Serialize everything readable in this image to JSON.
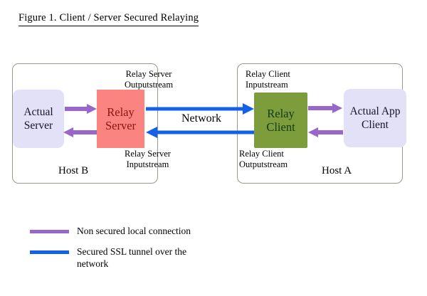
{
  "figure": {
    "title": "Figure 1. Client / Server Secured Relaying",
    "network_label": "Network"
  },
  "hosts": [
    {
      "id": "host-b",
      "label": "Host B"
    },
    {
      "id": "host-a",
      "label": "Host A"
    }
  ],
  "nodes": [
    {
      "id": "actual-server",
      "label": "Actual\nServer",
      "line1": "Actual",
      "line2": "Server",
      "color": "#e3e1f7",
      "text_color": "#15132e"
    },
    {
      "id": "relay-server",
      "label": "Relay\nServer",
      "line1": "Relay",
      "line2": "Server",
      "color": "#fa8480",
      "text_color": "#8c1414"
    },
    {
      "id": "relay-client",
      "label": "Relay\nClient",
      "line1": "Relay",
      "line2": "Client",
      "color": "#7d9c3c",
      "text_color": "#123a12"
    },
    {
      "id": "actual-app-client",
      "label": "Actual App\nClient",
      "line1": "Actual App",
      "line2": "Client",
      "color": "#e3e1f7",
      "text_color": "#15132e"
    }
  ],
  "stream_labels": {
    "relay_server_output_line1": "Relay Server",
    "relay_server_output_line2": "Outputstream",
    "relay_server_input_line1": "Relay Server",
    "relay_server_input_line2": "Inputstream",
    "relay_client_input_line1": "Relay Client",
    "relay_client_input_line2": "Inputstream",
    "relay_client_output_line1": "Relay Client",
    "relay_client_output_line2": "Outputstream"
  },
  "legend": {
    "items": [
      {
        "id": "non-secured",
        "color": "#9966cc",
        "line1": "Non secured local connection",
        "line2": ""
      },
      {
        "id": "ssl-tunnel",
        "color": "#1560e8",
        "line1": "Secured SSL tunnel over the",
        "line2": "network"
      }
    ]
  },
  "colors": {
    "purple_arrow": "#9966cc",
    "blue_arrow": "#1560e8",
    "host_border": "#9c978c",
    "lavender": "#e3e1f7",
    "salmon": "#fa8480",
    "green": "#7d9c3c",
    "background": "#ffffff"
  }
}
